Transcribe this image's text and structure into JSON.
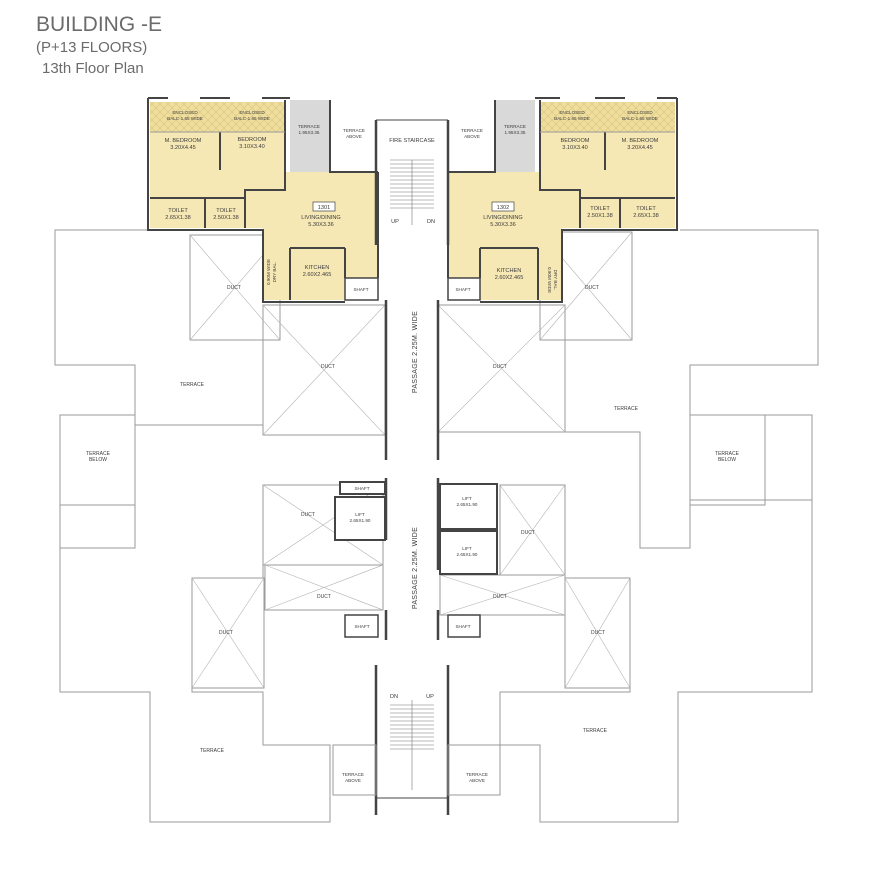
{
  "header": {
    "title": "BUILDING -E",
    "subtitle": "(P+13 FLOORS)",
    "floor": "13th Floor Plan"
  },
  "colors": {
    "room_fill": "#f6e8b4",
    "balcony_fill": "#efdc9a",
    "outline": "#9a9a9a",
    "wall": "#444444",
    "terrace_fill": "#d9d9d9"
  },
  "units": {
    "u1301": "1301",
    "u1302": "1302"
  },
  "rooms": {
    "enc_balc": [
      "ENCLOSED",
      "BALC-1.65 WIDE"
    ],
    "terrace_1_95": [
      "TERRACE",
      "1.95X3.35"
    ],
    "terrace_above": [
      "TERRACE",
      "ABOVE"
    ],
    "fire_staircase": "FIRE STAIRCASE",
    "m_bedroom": [
      "M. BEDROOM",
      "3.20X4.45"
    ],
    "bedroom": [
      "BEDROOM",
      "3.10X3.40"
    ],
    "toilet_a": [
      "TOILET",
      "2.65X1.38"
    ],
    "toilet_b": [
      "TOILET",
      "2.50X1.38"
    ],
    "living": [
      "LIVING/DINING",
      "5.30X3.36"
    ],
    "kitchen": [
      "KITCHEN",
      "2.60X2.465"
    ],
    "dry_bal": [
      "0.90M WIDE",
      "DRY BAL."
    ],
    "shaft": "SHAFT",
    "duct": "DUCT",
    "terrace": "TERRACE",
    "terrace_below": [
      "TERRACE",
      "BELOW"
    ],
    "lift": [
      "LIFT",
      "2.65X1.90"
    ],
    "passage": "PASSAGE 2.25M. WIDE",
    "up": "UP",
    "dn": "DN"
  }
}
